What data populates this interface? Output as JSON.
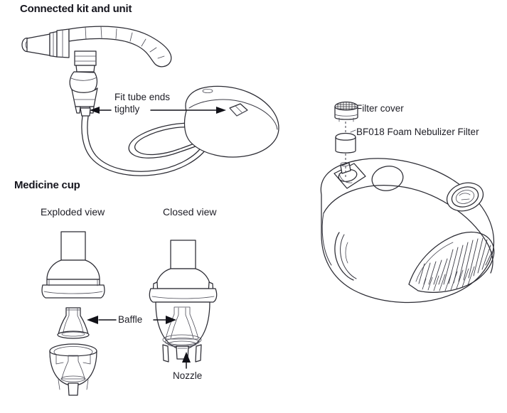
{
  "page": {
    "background_color": "#ffffff",
    "ink_color": "#2b2b33",
    "text_color": "#1d1d25"
  },
  "sections": {
    "connected": {
      "heading": "Connected kit and unit",
      "callout": {
        "line1": "Fit tube ends",
        "line2": "tightly",
        "arrow_style": "double-headed"
      }
    },
    "filter": {
      "cover_label": "Filter cover",
      "foam_label": "BF018 Foam Nebulizer Filter"
    },
    "medicine_cup": {
      "heading": "Medicine cup",
      "views": [
        {
          "label": "Exploded view"
        },
        {
          "label": "Closed view"
        }
      ],
      "callouts": {
        "baffle": "Baffle",
        "nozzle": "Nozzle"
      }
    }
  },
  "icons": {
    "mouthpiece": "mouthpiece-icon",
    "flex_tube": "flexible-tube-icon",
    "air_tube": "air-tube-icon",
    "compressor": "compressor-unit-icon",
    "filter_cover": "filter-cover-icon",
    "foam_filter": "foam-filter-icon",
    "power_switch": "power-switch-icon",
    "vent_grille": "vent-grille-icon",
    "cup_cap": "cup-cap-icon",
    "baffle": "baffle-icon",
    "cup_base": "cup-base-icon",
    "closed_cup": "closed-cup-icon",
    "nozzle": "nozzle-icon"
  }
}
